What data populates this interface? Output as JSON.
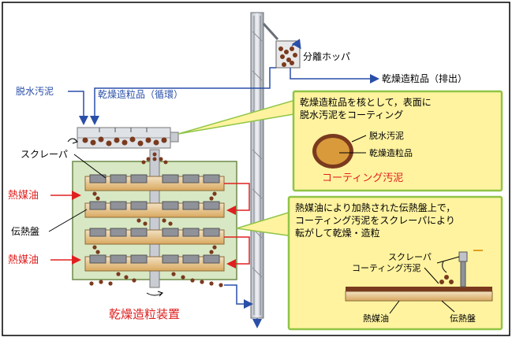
{
  "title": "乾燥造粒装置",
  "labels": {
    "dewatered_sludge": "脱水汚泥",
    "recycle_product": "乾燥造粒品（循環）",
    "separation_hopper": "分離ホッパ",
    "discharge_product": "乾燥造粒品（排出）",
    "scraper": "スクレーパ",
    "heat_oil_top": "熱媒油",
    "heat_oil_bottom": "熱媒油",
    "heat_plate": "伝熱盤"
  },
  "callout_top": {
    "line1": "乾燥造粒品を核として，表面に",
    "line2": "脱水汚泥をコーティング",
    "label_sludge": "脱水汚泥",
    "label_product": "乾燥造粒品",
    "label_coating": "コーティング汚泥"
  },
  "callout_bottom": {
    "line1": "熱媒油により加熱された伝熱盤上で，",
    "line2": "コーティング汚泥をスクレーパにより",
    "line3": "転がして乾燥・造粒",
    "label_scraper": "スクレーパ",
    "label_coating": "コーティング汚泥",
    "label_oil": "熱媒油",
    "label_plate": "伝熱盤"
  },
  "colors": {
    "blue_label": "#2a4fa8",
    "red_label": "#e02020",
    "callout_fill": "#fff3a0",
    "callout_border": "#8fc447",
    "vessel_fill": "#d9e8c4",
    "pellet": "#7a3a1e"
  }
}
